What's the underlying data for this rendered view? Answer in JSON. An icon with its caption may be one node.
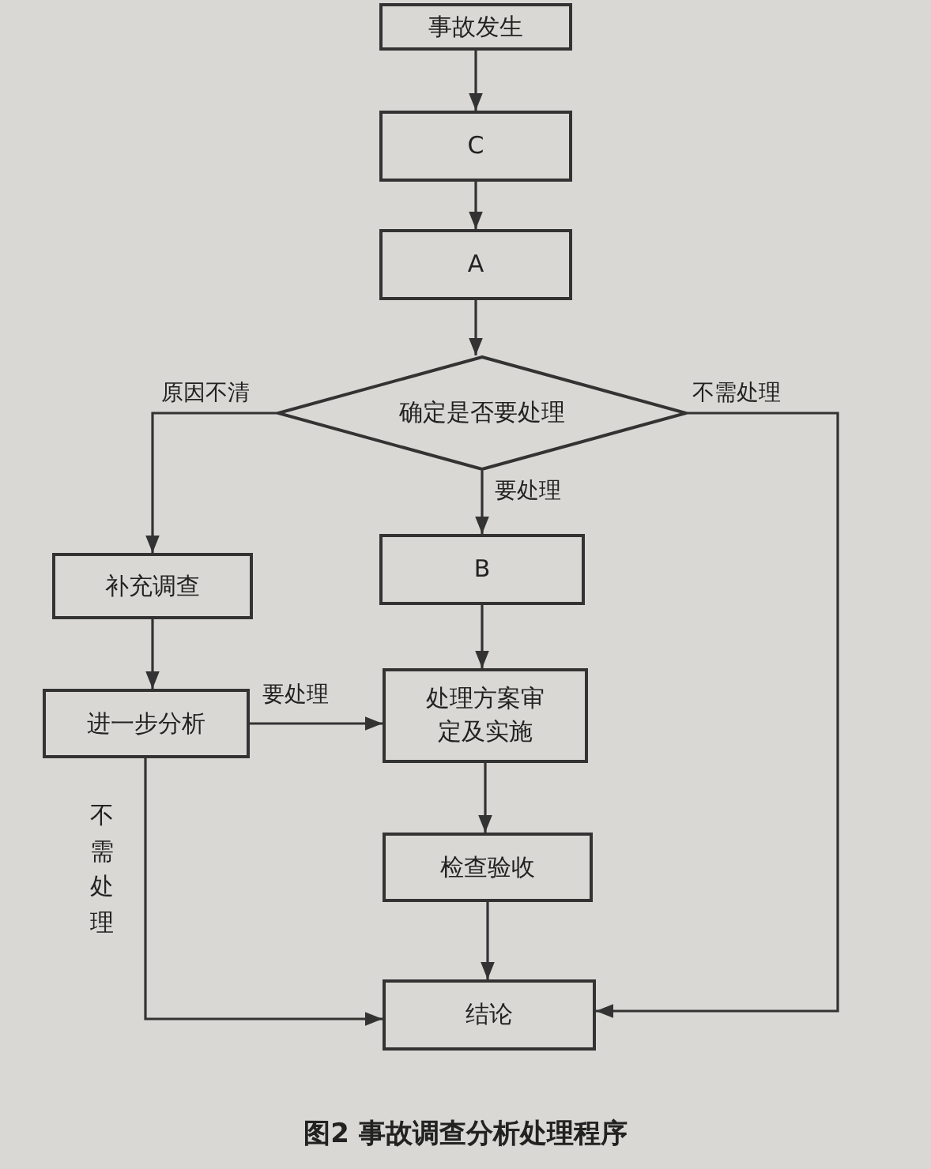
{
  "diagram": {
    "caption": "图2 事故调查分析处理程序",
    "nodes": [
      {
        "text": [
          "事故发生"
        ]
      },
      {
        "text": [
          "C"
        ]
      },
      {
        "text": [
          "A"
        ]
      },
      {
        "text": [
          "确定是否要处理"
        ]
      },
      {
        "text": [
          "B"
        ]
      },
      {
        "text": [
          "补充调查"
        ]
      },
      {
        "text": [
          "进一步分析"
        ]
      },
      {
        "text": [
          "处理方案审定及实施"
        ]
      },
      {
        "text": [
          "检查验收"
        ]
      },
      {
        "text": [
          "结论"
        ]
      }
    ],
    "edges": [
      {
        "from": 0,
        "to": 1,
        "arrow": "to"
      },
      {
        "from": 1,
        "to": 2,
        "arrow": "to"
      },
      {
        "from": 2,
        "to": 3,
        "arrow": "to"
      },
      {
        "from": 3,
        "to": 5,
        "arrow": "to",
        "label": "原因不清"
      },
      {
        "from": 3,
        "to": 9,
        "arrow": "to",
        "label": "不需处理"
      },
      {
        "from": 3,
        "to": 4,
        "arrow": "to",
        "label": "要处理"
      },
      {
        "from": 5,
        "to": 6,
        "arrow": "to"
      },
      {
        "from": 4,
        "to": 7,
        "arrow": "to"
      },
      {
        "from": 6,
        "to": 7,
        "arrow": "to",
        "label": "要处理"
      },
      {
        "from": 7,
        "to": 8,
        "arrow": "to"
      },
      {
        "from": 8,
        "to": 9,
        "arrow": "to"
      },
      {
        "from": 6,
        "to": 9,
        "arrow": "to",
        "label": "不需处理"
      }
    ]
  }
}
